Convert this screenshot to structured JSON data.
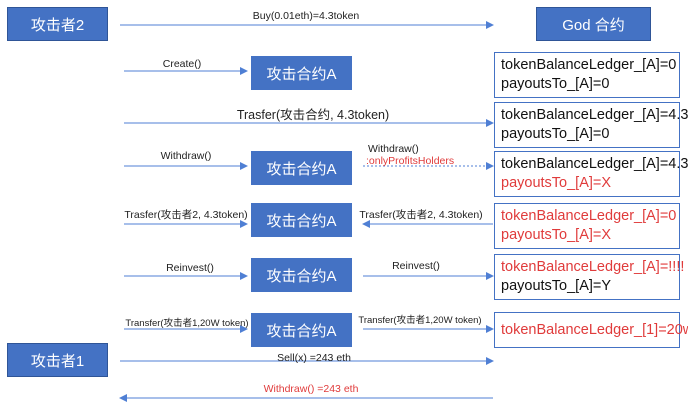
{
  "actors": {
    "attacker2": "攻击者2",
    "attacker1": "攻击者1",
    "god_contract": "God 合约"
  },
  "contract_label": "攻击合约A",
  "messages": {
    "buy": "Buy(0.01eth)=4.3token",
    "create": "Create()",
    "transfer_a": "Trasfer(攻击合约, 4.3token)",
    "withdraw1": "Withdraw()",
    "withdraw2_line1": "Withdraw()",
    "withdraw2_line2": ":onlyProfitsHolders",
    "transfer_b_left": "Trasfer(攻击者2, 4.3token)",
    "transfer_b_right": "Trasfer(攻击者2, 4.3token)",
    "reinvest_left": "Reinvest()",
    "reinvest_right": "Reinvest()",
    "transfer_c_left": "Transfer(攻击者1,20W token)",
    "transfer_c_right": "Transfer(攻击者1,20W token)",
    "sell": "Sell(x) =243 eth",
    "withdraw_final": "Withdraw() =243 eth"
  },
  "states": [
    {
      "line1": "tokenBalanceLedger_[A]=0",
      "line2": "payoutsTo_[A]=0",
      "line1_red": false,
      "line2_red": false
    },
    {
      "line1": "tokenBalanceLedger_[A]=4.3",
      "line2": "payoutsTo_[A]=0",
      "line1_red": false,
      "line2_red": false
    },
    {
      "line1": "tokenBalanceLedger_[A]=4.3",
      "line2": "payoutsTo_[A]=X",
      "line1_red": false,
      "line2_red": true
    },
    {
      "line1": "tokenBalanceLedger_[A]=0",
      "line2": "payoutsTo_[A]=X",
      "line1_red": true,
      "line2_red": true
    },
    {
      "line1": "tokenBalanceLedger_[A]=!!!!",
      "line2": "payoutsTo_[A]=Y",
      "line1_red": true,
      "line2_red": false
    },
    {
      "line1": "tokenBalanceLedger_[1]=20w",
      "line2": "",
      "line1_red": true,
      "line2_red": false
    }
  ],
  "colors": {
    "box_fill": "#4472c4",
    "arrow": "#4f7fd4",
    "highlight": "#e03b3b"
  }
}
